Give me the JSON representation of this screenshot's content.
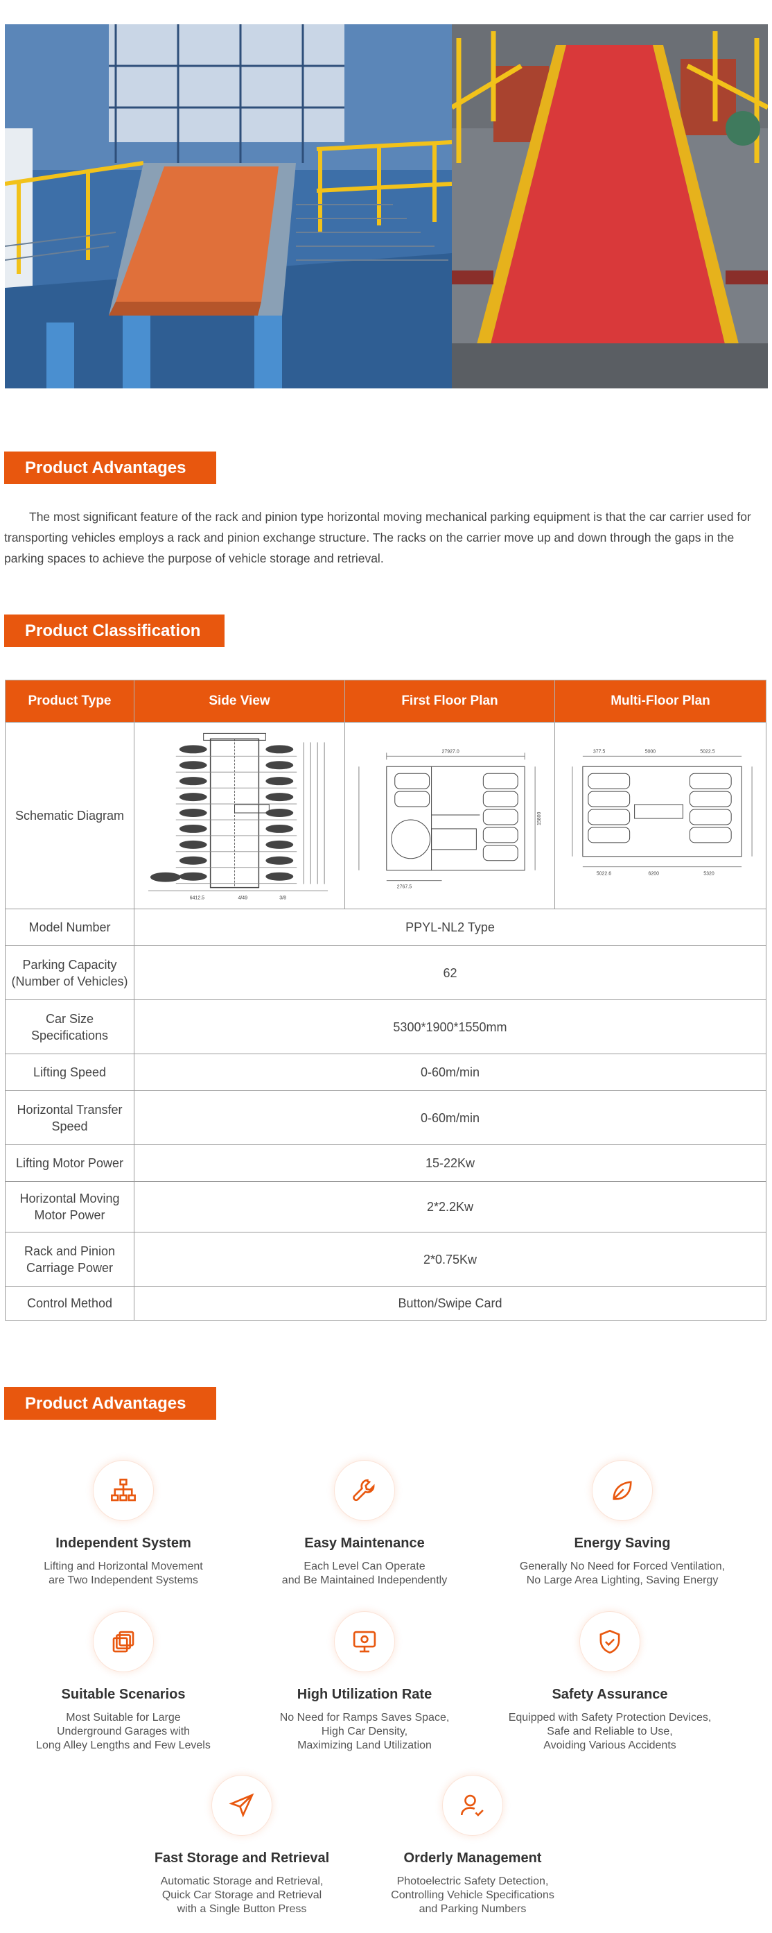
{
  "sections": {
    "advantages_title": "Product Advantages",
    "classification_title": "Product Classification",
    "advantages2_title": "Product Advantages"
  },
  "intro_text": "The most significant feature of the rack and pinion type horizontal moving mechanical parking equipment is that the car carrier used for transporting vehicles employs a rack and pinion exchange structure. The racks on the carrier move up and down through the gaps in the parking spaces to achieve the purpose of vehicle storage and retrieval.",
  "table": {
    "headers": [
      "Product Type",
      "Side View",
      "First Floor Plan",
      "Multi-Floor Plan"
    ],
    "diagram_row_label": "Schematic Diagram",
    "rows": [
      {
        "label": "Model Number",
        "value": "PPYL-NL2 Type"
      },
      {
        "label": "Parking Capacity (Number of Vehicles)",
        "value": "62"
      },
      {
        "label": "Car Size Specifications",
        "value": "5300*1900*1550mm"
      },
      {
        "label": "Lifting Speed",
        "value": "0-60m/min"
      },
      {
        "label": "Horizontal Transfer Speed",
        "value": "0-60m/min"
      },
      {
        "label": "Lifting Motor Power",
        "value": "15-22Kw"
      },
      {
        "label": "Horizontal Moving Motor Power",
        "value": "2*2.2Kw"
      },
      {
        "label": "Rack and Pinion Carriage Power",
        "value": "2*0.75Kw"
      },
      {
        "label": "Control Method",
        "value": "Button/Swipe Card"
      }
    ],
    "dims_side": [
      "6412.5",
      "4/49",
      "3/8"
    ],
    "dims_first": [
      "27927.0",
      "2767.5",
      "15800"
    ],
    "dims_multi": [
      "377.5",
      "5000",
      "5022.5",
      "5022.6",
      "6200",
      "5320"
    ]
  },
  "advantages": [
    {
      "icon": "hierarchy-icon",
      "title": "Independent System",
      "desc": "Lifting and Horizontal Movement\nare Two Independent Systems"
    },
    {
      "icon": "wrench-icon",
      "title": "Easy Maintenance",
      "desc": "Each Level Can Operate\nand Be Maintained Independently"
    },
    {
      "icon": "leaf-icon",
      "title": "Energy Saving",
      "desc": "Generally No Need for Forced Ventilation,\nNo Large Area Lighting, Saving Energy"
    },
    {
      "icon": "layers-icon",
      "title": "Suitable Scenarios",
      "desc": "Most Suitable for Large\nUnderground Garages with\nLong Alley Lengths and Few Levels"
    },
    {
      "icon": "monitor-icon",
      "title": "High Utilization Rate",
      "desc": "No Need for Ramps Saves Space,\nHigh Car Density,\nMaximizing Land Utilization"
    },
    {
      "icon": "shield-check-icon",
      "title": "Safety Assurance",
      "desc": "Equipped with Safety Protection Devices,\nSafe and Reliable to Use,\nAvoiding Various Accidents"
    },
    {
      "icon": "paper-plane-icon",
      "title": "Fast Storage and Retrieval",
      "desc": "Automatic Storage and Retrieval,\nQuick Car Storage and Retrieval\nwith a Single Button Press"
    },
    {
      "icon": "user-check-icon",
      "title": "Orderly Management",
      "desc": "Photoelectric Safety Detection,\nControlling Vehicle Specifications\nand Parking Numbers"
    }
  ],
  "colors": {
    "accent": "#e8570e",
    "icon": "#e8570e",
    "carrier_orange": "#e0703a",
    "carrier_red": "#d9393a",
    "rail_yellow": "#f2c21a"
  }
}
